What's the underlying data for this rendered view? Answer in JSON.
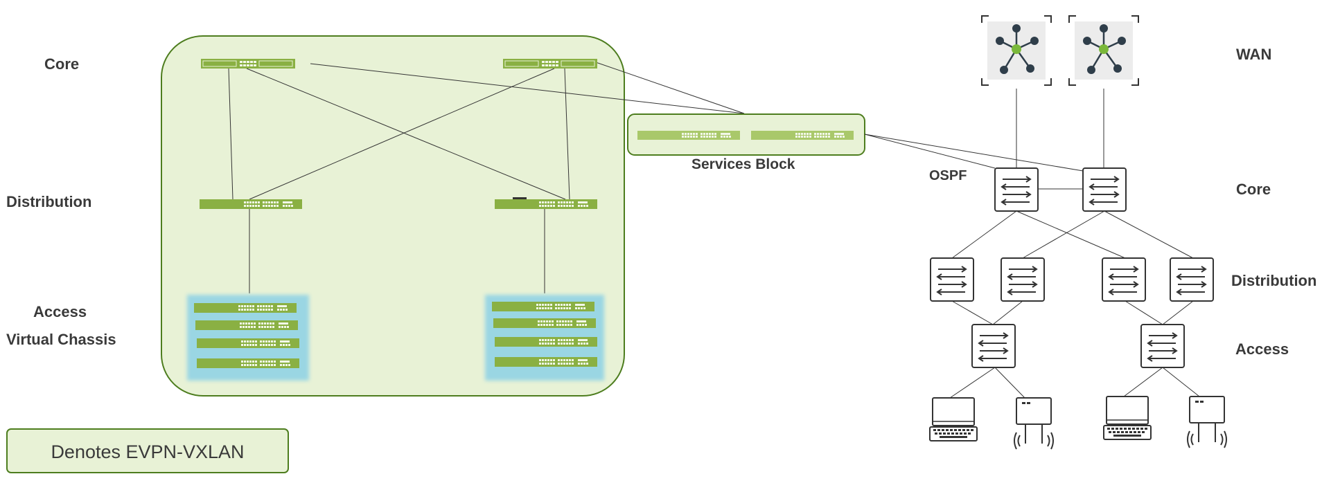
{
  "labels": {
    "left_core": "Core",
    "left_distribution": "Distribution",
    "left_access": "Access",
    "left_virtual_chassis": "Virtual Chassis",
    "services_block": "Services Block",
    "ospf": "OSPF",
    "right_wan": "WAN",
    "right_core": "Core",
    "right_distribution": "Distribution",
    "right_access": "Access"
  },
  "legend": {
    "text": "Denotes EVPN-VXLAN"
  },
  "colors": {
    "evpn_fill": "#e8f2d6",
    "evpn_stroke": "#4d7d1e",
    "switch_green": "#8ab043",
    "switch_green_light": "#a9c86a",
    "vc_glow": "#9ad6e3",
    "router_hub": "#7ab83a",
    "text": "#3a3a3a"
  },
  "icons": {
    "wan_router": "hub-network-icon",
    "l3_switch": "bidirectional-arrows-switch-icon",
    "laptop": "laptop-icon",
    "access_point": "wireless-access-point-icon"
  }
}
